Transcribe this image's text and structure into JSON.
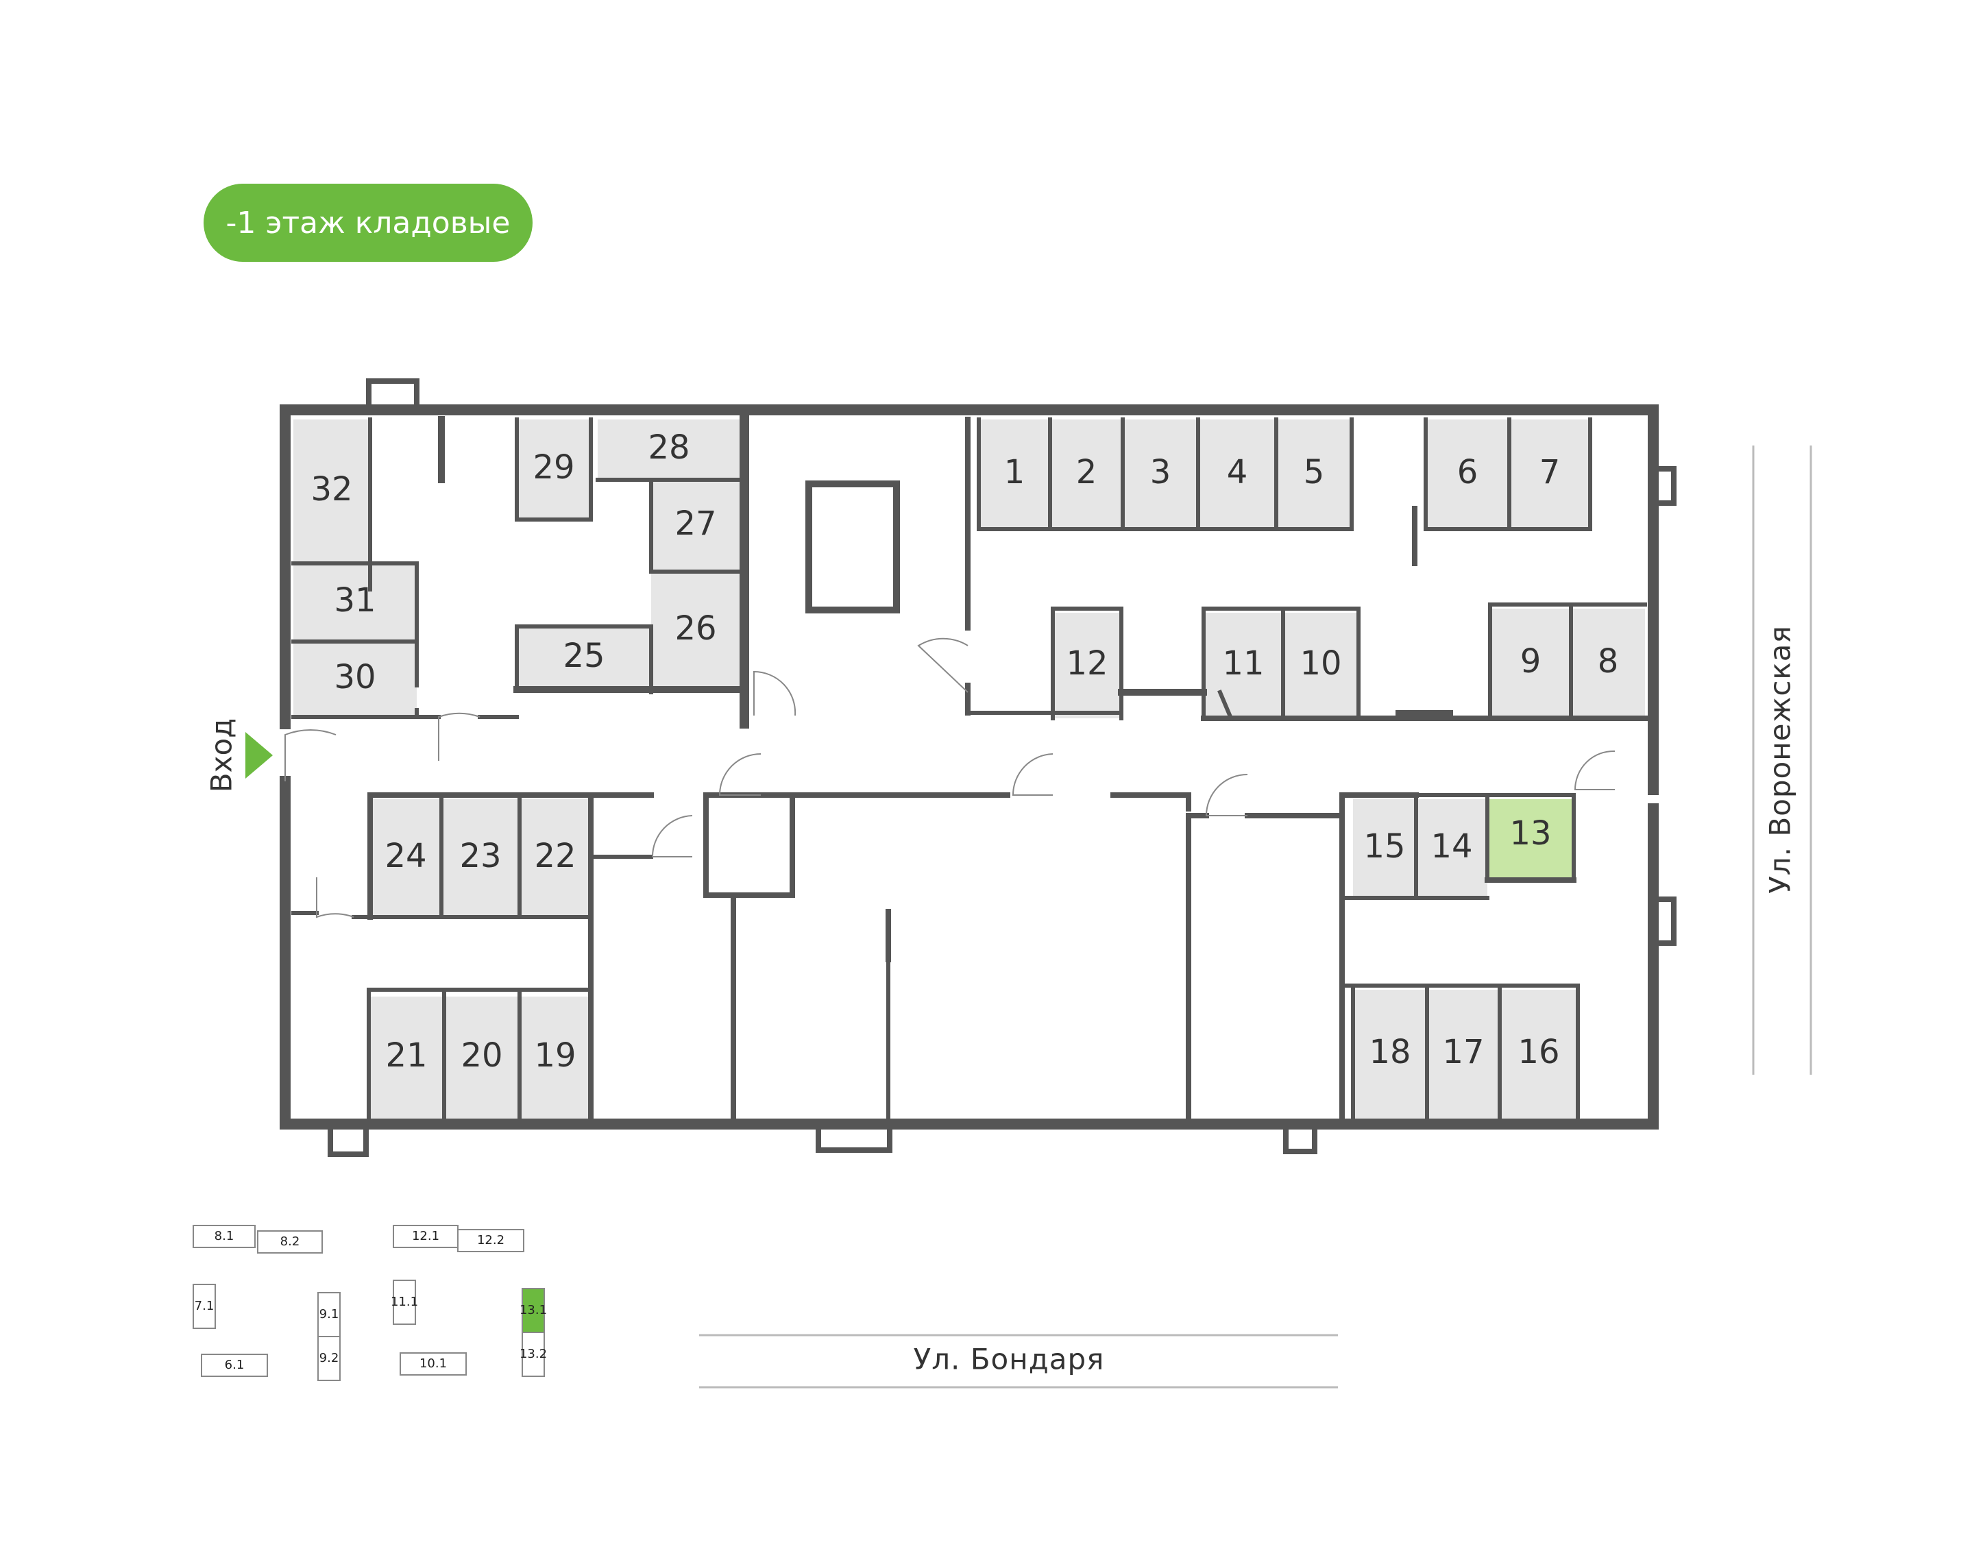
{
  "header": {
    "floor_badge": "-1 этаж кладовые"
  },
  "entrance": {
    "label": "Вход"
  },
  "streets": {
    "right": "Ул. Воронежская",
    "bottom": "Ул. Бондаря"
  },
  "colors": {
    "wall": "#555555",
    "storage_fill": "#e6e6e6",
    "highlight_fill": "#c8e6a5",
    "accent": "#6cba3f",
    "street_line": "#bbbbbb"
  },
  "storage_units": [
    {
      "id": "1"
    },
    {
      "id": "2"
    },
    {
      "id": "3"
    },
    {
      "id": "4"
    },
    {
      "id": "5"
    },
    {
      "id": "6"
    },
    {
      "id": "7"
    },
    {
      "id": "8"
    },
    {
      "id": "9"
    },
    {
      "id": "10"
    },
    {
      "id": "11"
    },
    {
      "id": "12"
    },
    {
      "id": "13",
      "selected": true
    },
    {
      "id": "14"
    },
    {
      "id": "15"
    },
    {
      "id": "16"
    },
    {
      "id": "17"
    },
    {
      "id": "18"
    },
    {
      "id": "19"
    },
    {
      "id": "20"
    },
    {
      "id": "21"
    },
    {
      "id": "22"
    },
    {
      "id": "23"
    },
    {
      "id": "24"
    },
    {
      "id": "25"
    },
    {
      "id": "26"
    },
    {
      "id": "27"
    },
    {
      "id": "28"
    },
    {
      "id": "29"
    },
    {
      "id": "30"
    },
    {
      "id": "31"
    },
    {
      "id": "32"
    }
  ],
  "legend_units": [
    {
      "id": "8.1"
    },
    {
      "id": "8.2"
    },
    {
      "id": "12.1"
    },
    {
      "id": "12.2"
    },
    {
      "id": "7.1"
    },
    {
      "id": "9.1"
    },
    {
      "id": "9.2"
    },
    {
      "id": "11.1"
    },
    {
      "id": "13.1",
      "selected": true
    },
    {
      "id": "13.2"
    },
    {
      "id": "6.1"
    },
    {
      "id": "10.1"
    }
  ]
}
